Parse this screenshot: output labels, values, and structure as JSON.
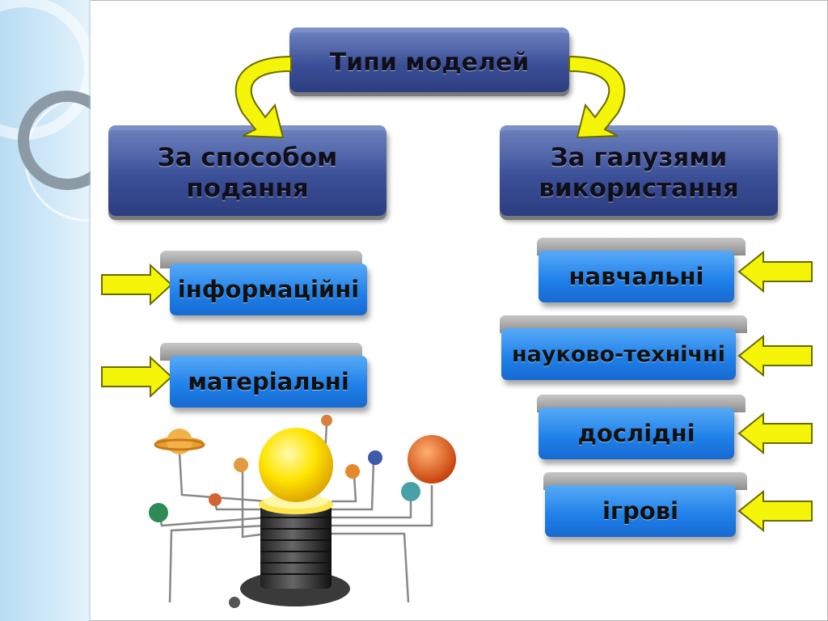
{
  "diagram": {
    "title": "Типи моделей",
    "left_branch": {
      "label_line1": "За способом",
      "label_line2": "подання",
      "items": [
        "інформаційні",
        "матеріальні"
      ]
    },
    "right_branch": {
      "label_line1": "За галузями",
      "label_line2": "використання",
      "items": [
        "навчальні",
        "науково-технічні",
        "дослідні",
        "ігрові"
      ]
    }
  },
  "colors": {
    "dark_box": "#3b4f98",
    "light_box": "#1e7fe8",
    "arrow_fill": "#f5f50a",
    "arrow_stroke": "#6b6b00"
  }
}
